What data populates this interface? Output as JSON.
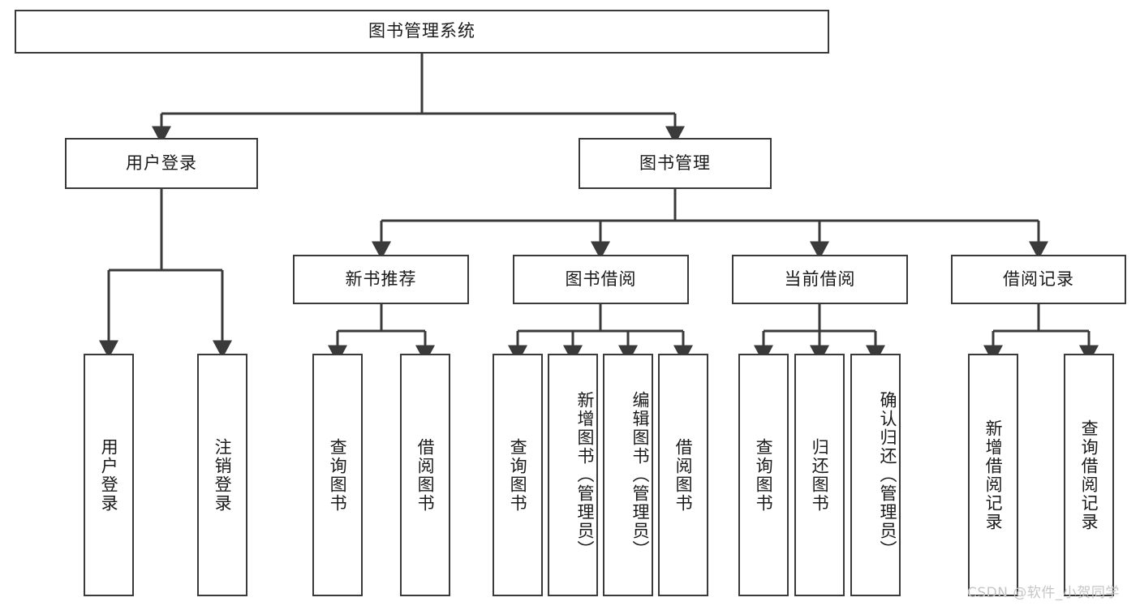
{
  "diagram": {
    "title": "图书管理系统",
    "stroke_color": "#3a3a3a",
    "text_color": "#1a1a1a",
    "background": "#ffffff",
    "root": {
      "label": "图书管理系统"
    },
    "level2": [
      {
        "label": "用户登录"
      },
      {
        "label": "图书管理"
      }
    ],
    "level3": [
      {
        "label": "新书推荐"
      },
      {
        "label": "图书借阅"
      },
      {
        "label": "当前借阅"
      },
      {
        "label": "借阅记录"
      }
    ],
    "leaves": {
      "user_login": [
        {
          "label": "用户登录"
        },
        {
          "label": "注销登录"
        }
      ],
      "new_book_recommend": [
        {
          "label": "查询图书"
        },
        {
          "label": "借阅图书"
        }
      ],
      "book_borrow": [
        {
          "label": "查询图书"
        },
        {
          "label": "新增图书（管理员）"
        },
        {
          "label": "编辑图书（管理员）"
        },
        {
          "label": "借阅图书"
        }
      ],
      "current_borrow": [
        {
          "label": "查询图书"
        },
        {
          "label": "归还图书"
        },
        {
          "label": "确认归还（管理员）"
        }
      ],
      "borrow_record": [
        {
          "label": "新增借阅记录"
        },
        {
          "label": "查询借阅记录"
        }
      ]
    }
  },
  "watermark": {
    "text": "CSDN @软件_小贺同学"
  }
}
